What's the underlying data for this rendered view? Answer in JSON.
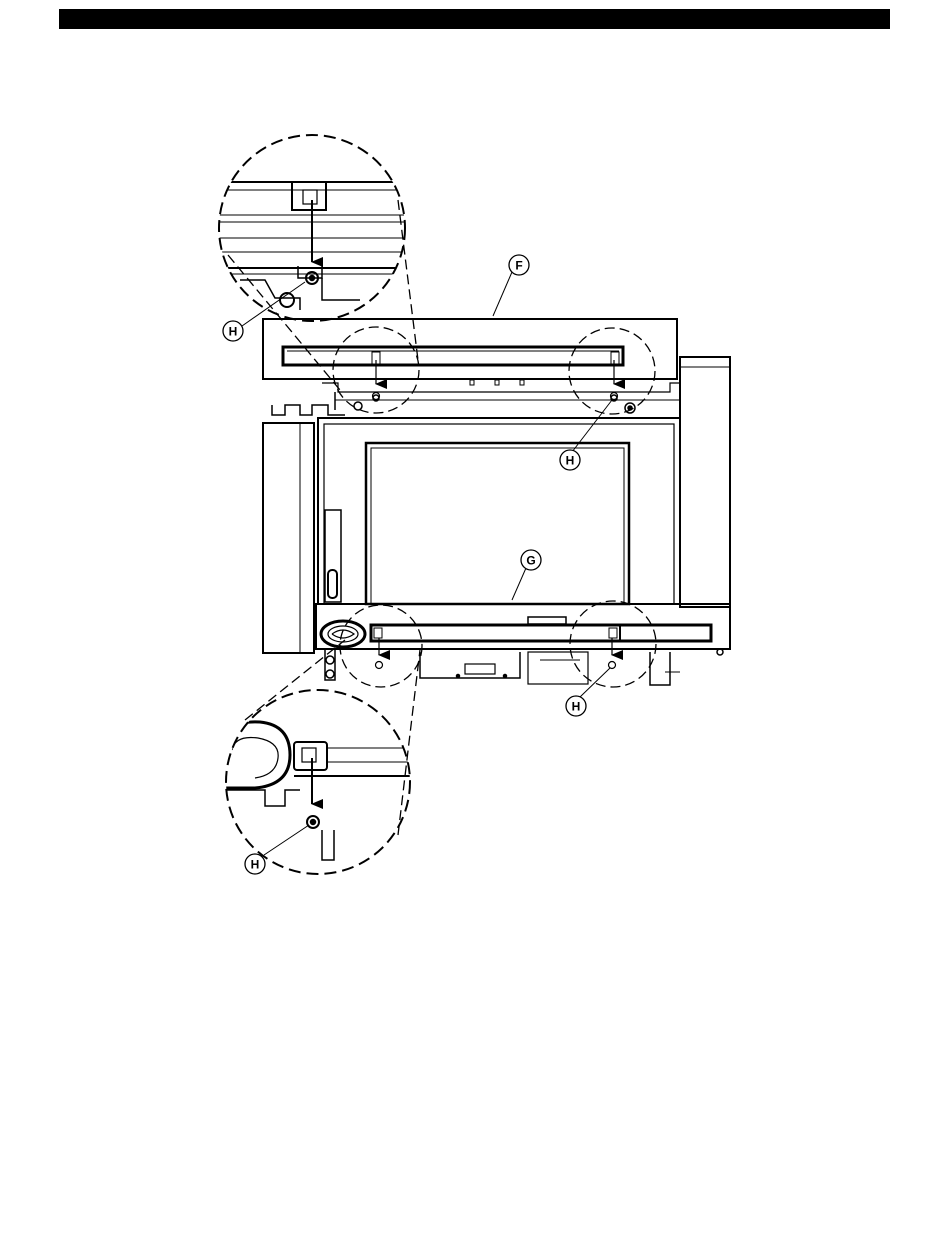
{
  "callouts": {
    "f": "F",
    "g": "G",
    "h_top_detail": "H",
    "h_top_right": "H",
    "h_bottom_right": "H",
    "h_bottom_detail": "H"
  }
}
